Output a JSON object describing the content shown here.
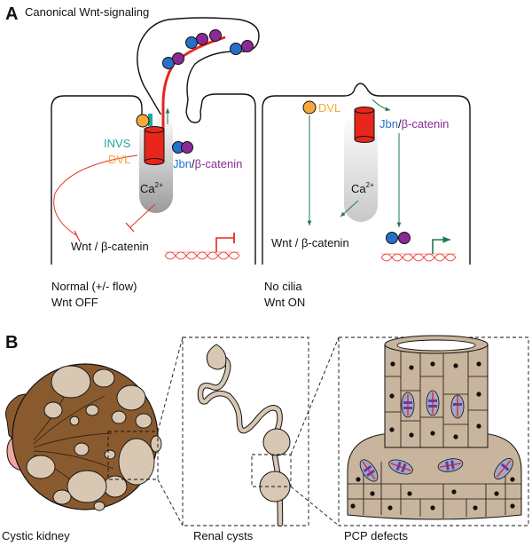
{
  "panel_a": {
    "letter": "A",
    "title": "Canonical Wnt-signaling",
    "left": {
      "invs": "INVS",
      "dvl": "DVL",
      "jbn": "Jbn",
      "sep": "/",
      "bcat": "β-catenin",
      "ca": "Ca",
      "ca_sup": "2+",
      "wnt": "Wnt / β-catenin",
      "caption_1": "Normal (+/- flow)",
      "caption_2": "Wnt OFF"
    },
    "right": {
      "dvl": "DVL",
      "jbn": "Jbn",
      "sep": "/",
      "bcat": "β-catenin",
      "ca": "Ca",
      "ca_sup": "2+",
      "wnt": "Wnt / β-catenin",
      "caption_1": "No cilia",
      "caption_2": "Wnt ON"
    }
  },
  "panel_b": {
    "letter": "B",
    "label_kidney": "Cystic kidney",
    "label_cysts": "Renal cysts",
    "label_pcp": "PCP defects"
  },
  "colors": {
    "dvl_orange": "#f4a93a",
    "jbn_blue": "#2472c8",
    "bcat_purple": "#8a2a96",
    "invs_teal": "#20a9a0",
    "actin_red": "#e8261c",
    "arrow_green": "#1e7a4a",
    "kidney_brown": "#8a5a2f",
    "cyst_beige": "#d8c7b2",
    "cell_tan": "#c9b59d"
  }
}
